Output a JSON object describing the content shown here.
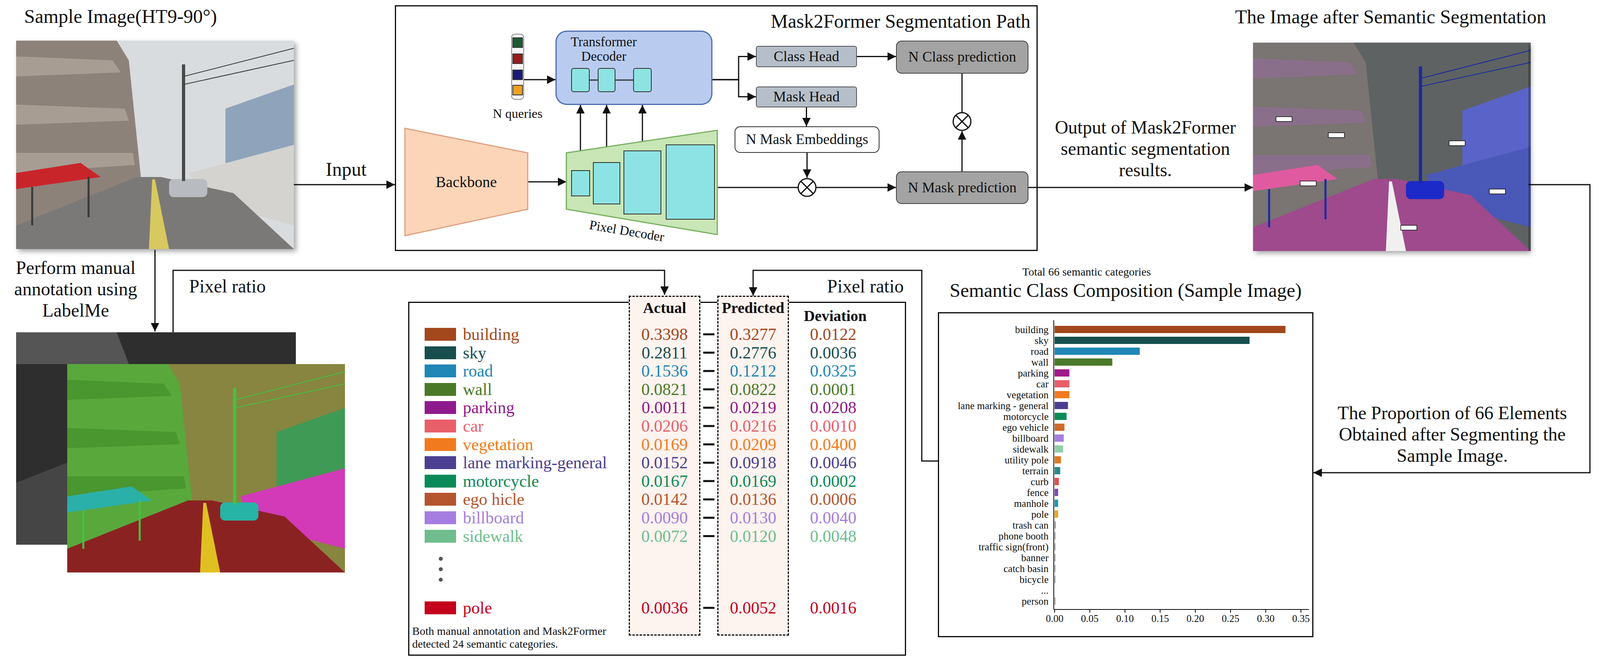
{
  "diagram": {
    "nodes": [
      {
        "text": [
          "Sample Image(HT9-90°)"
        ]
      },
      {
        "text": [
          "Mask2Former Segmentation Path"
        ]
      },
      {
        "text": [
          "N queries"
        ],
        "in": 1
      },
      {
        "text": [
          "Transformer Decoder"
        ],
        "in": 1
      },
      {
        "text": [
          "Class Head"
        ],
        "in": 1
      },
      {
        "text": [
          "N Class prediction"
        ],
        "in": 1
      },
      {
        "text": [
          "Mask Head"
        ],
        "in": 1
      },
      {
        "text": [
          "N Mask Embeddings"
        ],
        "in": 1
      },
      {
        "text": [
          "Backbone"
        ],
        "in": 1
      },
      {
        "text": [
          "Pixel Decoder"
        ],
        "in": 1
      },
      {
        "text": [
          "N Mask prediction"
        ],
        "in": 1
      },
      {
        "text": [
          "The Image after Semantic Segmentation"
        ]
      },
      {
        "text": [
          "Both manual annotation and Mask2Former detected 24 semantic categories."
        ]
      },
      {
        "text": [
          "Actual",
          "0.3398",
          "0.2811",
          "0.1536",
          "0.0821",
          "0.0011",
          "0.0206",
          "0.0169",
          "0.0152",
          "0.0167",
          "0.0142",
          "0.0090",
          "0.0072",
          "0.0036"
        ],
        "in": 12
      },
      {
        "text": [
          "Predicted",
          "0.3277",
          "0.2776",
          "0.1212",
          "0.0822",
          "0.0219",
          "0.0216",
          "0.0209",
          "0.0918",
          "0.0169",
          "0.0136",
          "0.0130",
          "0.0120",
          "0.0052"
        ],
        "in": 12
      },
      {
        "text": [
          "Total 66 semantic categories",
          "Semantic Class Composition (Sample Image)"
        ]
      }
    ],
    "edges": [
      {
        "from": 0,
        "to": 1,
        "label": "Input",
        "arrow": "to"
      },
      {
        "from": 2,
        "to": 3,
        "arrow": "to"
      },
      {
        "from": 8,
        "to": 9,
        "arrow": "to"
      },
      {
        "from": 9,
        "to": 3,
        "arrow": "to"
      },
      {
        "from": 9,
        "to": 3,
        "arrow": "to"
      },
      {
        "from": 9,
        "to": 3,
        "arrow": "to"
      },
      {
        "from": 3,
        "to": 4,
        "arrow": "to"
      },
      {
        "from": 3,
        "to": 6,
        "arrow": "to"
      },
      {
        "from": 4,
        "to": 5,
        "arrow": "to"
      },
      {
        "from": 6,
        "to": 7,
        "arrow": "to"
      },
      {
        "from": 9,
        "to": 10,
        "arrow": "to"
      },
      {
        "from": 10,
        "to": 11,
        "label": "Output of Mask2Former semantic segmentation results.",
        "arrow": "to"
      },
      {
        "from": 11,
        "to": 15,
        "label": "The Proportion of 66 Elements Obtained after Segmenting the Sample Image.",
        "arrow": "to"
      },
      {
        "from": 15,
        "to": 14,
        "label": "Pixel ratio",
        "arrow": "to"
      }
    ],
    "labels": [
      "Perform manual annotation using LabelMe",
      "Pixel ratio",
      "Deviation",
      "0.0122",
      "0.0036",
      "0.0325",
      "0.0001",
      "0.0208",
      "0.0010",
      "0.0400",
      "0.0046",
      "0.0002",
      "0.0006",
      "0.0040",
      "0.0048",
      "0.0016",
      "building",
      "sky",
      "road",
      "wall",
      "parking",
      "car",
      "vegetation",
      "lane marking - general",
      "motorcycle",
      "ego vehicle",
      "billboard",
      "sidewalk",
      "utility pole",
      "terrain",
      "curb",
      "fence",
      "manhole",
      "pole",
      "trash can",
      "phone booth",
      "traffic sign(front)",
      "banner",
      "catch basin",
      "bicycle",
      "...",
      "person",
      "0.00",
      "0.05",
      "0.10",
      "0.15",
      "0.20",
      "0.25",
      "0.30",
      "0.35"
    ],
    "legend": [
      {
        "text": "building",
        "color": "#a3471c"
      },
      {
        "text": "sky",
        "color": "#184e4e"
      },
      {
        "text": "road",
        "color": "#1f86b5"
      },
      {
        "text": "wall",
        "color": "#4a7a28"
      },
      {
        "text": "parking",
        "color": "#8e1a8e"
      },
      {
        "text": "car",
        "color": "#e85f6a"
      },
      {
        "text": "vegetation",
        "color": "#f27a1e"
      },
      {
        "text": "lane marking-general",
        "color": "#4b3f91"
      },
      {
        "text": "motorcycle",
        "color": "#0a8a58"
      },
      {
        "text": "ego hicle",
        "color": "#b5552e"
      },
      {
        "text": "billboard",
        "color": "#a67de0"
      },
      {
        "text": "sidewalk",
        "color": "#6fbd8c"
      },
      {
        "text": "pole",
        "color": "#c4001c"
      }
    ]
  }
}
